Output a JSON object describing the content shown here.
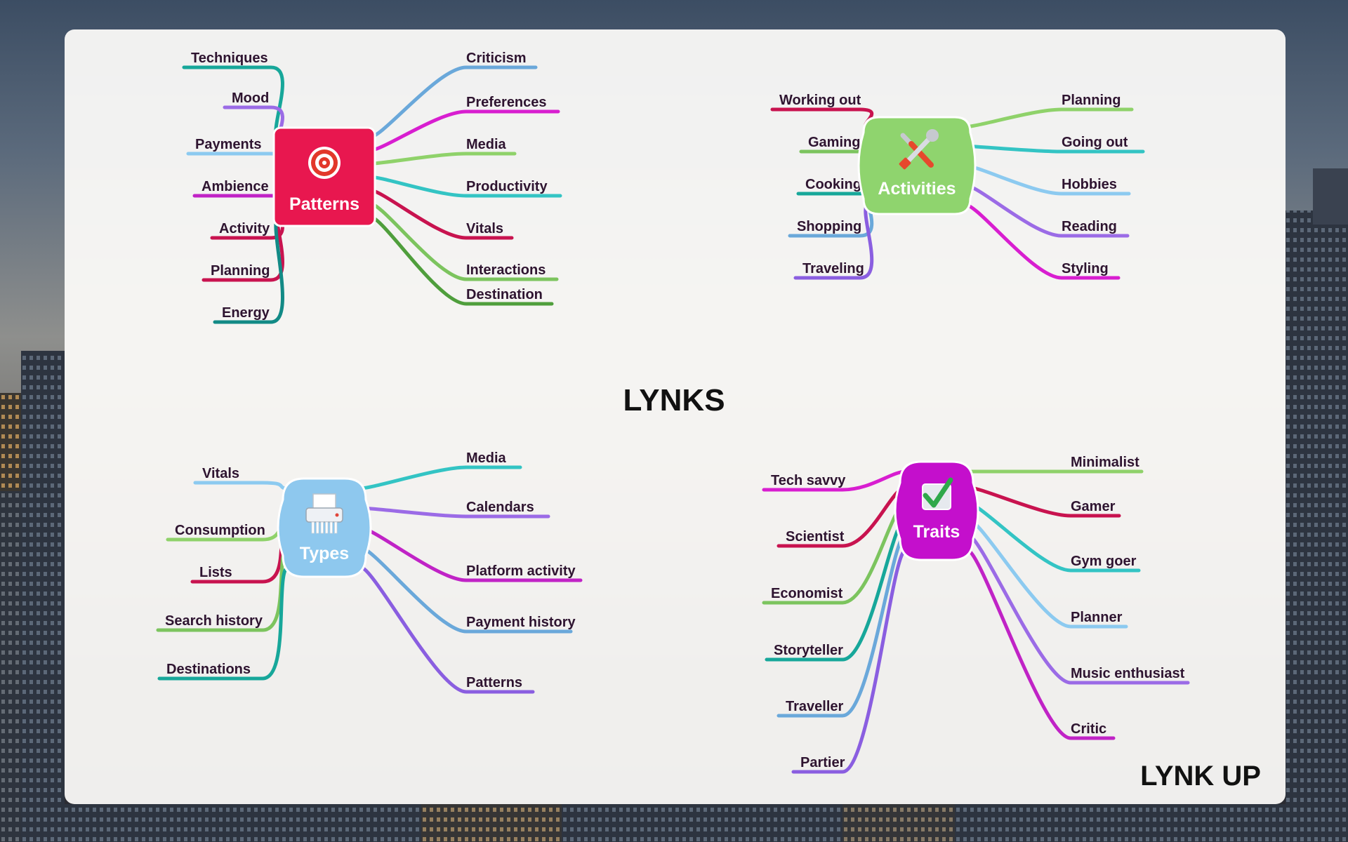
{
  "title": "LYNKS",
  "brand": "LYNK UP",
  "clusters": [
    {
      "name": "patterns",
      "label": "Patterns",
      "color": "#e8174f",
      "icon": "target-icon",
      "left": [
        {
          "label": "Techniques",
          "color": "#17a79a"
        },
        {
          "label": "Mood",
          "color": "#9b6be6"
        },
        {
          "label": "Payments",
          "color": "#8ccaf0"
        },
        {
          "label": "Ambience",
          "color": "#c023c6"
        },
        {
          "label": "Activity",
          "color": "#c8134f"
        },
        {
          "label": "Planning",
          "color": "#c8134f"
        },
        {
          "label": "Energy",
          "color": "#128a86"
        }
      ],
      "right": [
        {
          "label": "Criticism",
          "color": "#6aa8da"
        },
        {
          "label": "Preferences",
          "color": "#d81ed0"
        },
        {
          "label": "Media",
          "color": "#8fd26a"
        },
        {
          "label": "Productivity",
          "color": "#33c4c4"
        },
        {
          "label": "Vitals",
          "color": "#c8134f"
        },
        {
          "label": "Interactions",
          "color": "#7cc45e"
        },
        {
          "label": "Destination",
          "color": "#4f9e3c"
        }
      ]
    },
    {
      "name": "activities",
      "label": "Activities",
      "color": "#8fd46e",
      "icon": "tools-icon",
      "left": [
        {
          "label": "Working out",
          "color": "#c8134f"
        },
        {
          "label": "Gaming",
          "color": "#7cc45e"
        },
        {
          "label": "Cooking",
          "color": "#17a79a"
        },
        {
          "label": "Shopping",
          "color": "#6aa8da"
        },
        {
          "label": "Traveling",
          "color": "#8a5ee0"
        }
      ],
      "right": [
        {
          "label": "Planning",
          "color": "#8fd26a"
        },
        {
          "label": "Going out",
          "color": "#33c4c4"
        },
        {
          "label": "Hobbies",
          "color": "#8ccaf0"
        },
        {
          "label": "Reading",
          "color": "#9b6be6"
        },
        {
          "label": "Styling",
          "color": "#d81ed0"
        }
      ]
    },
    {
      "name": "types",
      "label": "Types",
      "color": "#8ec8ee",
      "icon": "shredder-icon",
      "left": [
        {
          "label": "Vitals",
          "color": "#8ccaf0"
        },
        {
          "label": "Consumption",
          "color": "#8fd26a"
        },
        {
          "label": "Lists",
          "color": "#c8134f"
        },
        {
          "label": "Search history",
          "color": "#7cc45e"
        },
        {
          "label": "Destinations",
          "color": "#17a79a"
        }
      ],
      "right": [
        {
          "label": "Media",
          "color": "#33c4c4"
        },
        {
          "label": "Calendars",
          "color": "#9b6be6"
        },
        {
          "label": "Platform activity",
          "color": "#c023c6"
        },
        {
          "label": "Payment history",
          "color": "#6aa8da"
        },
        {
          "label": "Patterns",
          "color": "#8a5ee0"
        }
      ]
    },
    {
      "name": "traits",
      "label": "Traits",
      "color": "#c40fcc",
      "icon": "checkbox-icon",
      "left": [
        {
          "label": "Tech savvy",
          "color": "#d81ed0"
        },
        {
          "label": "Scientist",
          "color": "#c8134f"
        },
        {
          "label": "Economist",
          "color": "#7cc45e"
        },
        {
          "label": "Storyteller",
          "color": "#17a79a"
        },
        {
          "label": "Traveller",
          "color": "#6aa8da"
        },
        {
          "label": "Partier",
          "color": "#8a5ee0"
        }
      ],
      "right": [
        {
          "label": "Minimalist",
          "color": "#8fd26a"
        },
        {
          "label": "Gamer",
          "color": "#c8134f"
        },
        {
          "label": "Gym goer",
          "color": "#33c4c4"
        },
        {
          "label": "Planner",
          "color": "#8ccaf0"
        },
        {
          "label": "Music enthusiast",
          "color": "#9b6be6"
        },
        {
          "label": "Critic",
          "color": "#c023c6"
        }
      ]
    }
  ]
}
